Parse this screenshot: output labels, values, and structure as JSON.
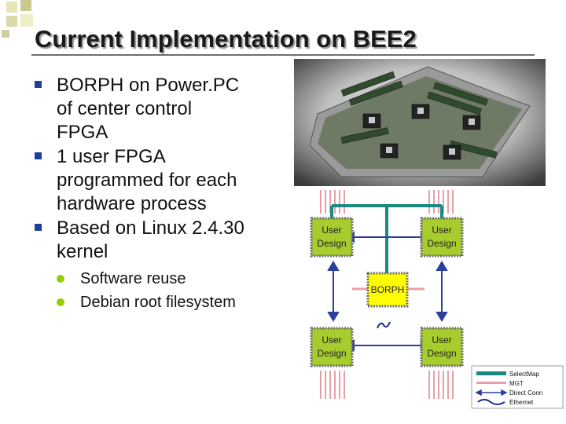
{
  "slide": {
    "title": "Current Implementation on BEE2",
    "bullets": [
      {
        "lines": [
          "BORPH on Power.PC",
          "of center control",
          "FPGA"
        ]
      },
      {
        "lines": [
          "1 user FPGA",
          "programmed for each",
          "hardware process"
        ]
      },
      {
        "lines": [
          "Based on Linux 2.4.30",
          "kernel"
        ]
      }
    ],
    "sub_bullets": [
      "Software reuse",
      "Debian root filesystem"
    ]
  },
  "diagram": {
    "chips": [
      {
        "line1": "User",
        "line2": "Design"
      },
      {
        "line1": "User",
        "line2": "Design"
      },
      {
        "line1": "User",
        "line2": "Design"
      },
      {
        "line1": "User",
        "line2": "Design"
      }
    ],
    "center_chip": "BORPH",
    "legend": [
      "SelectMap",
      "MGT",
      "Direct Conn",
      "Ethernet"
    ],
    "colors": {
      "selectmap": "#1a8a80",
      "mgt": "#e8a0a8",
      "direct_conn": "#2a3fa0",
      "ethernet": "#1a2a8a",
      "chip_fill": "#a6cc2e",
      "center_chip_fill": "#ffff00",
      "bullet_marker": "#1f3f9f",
      "sub_bullet": "#99cc00"
    }
  }
}
